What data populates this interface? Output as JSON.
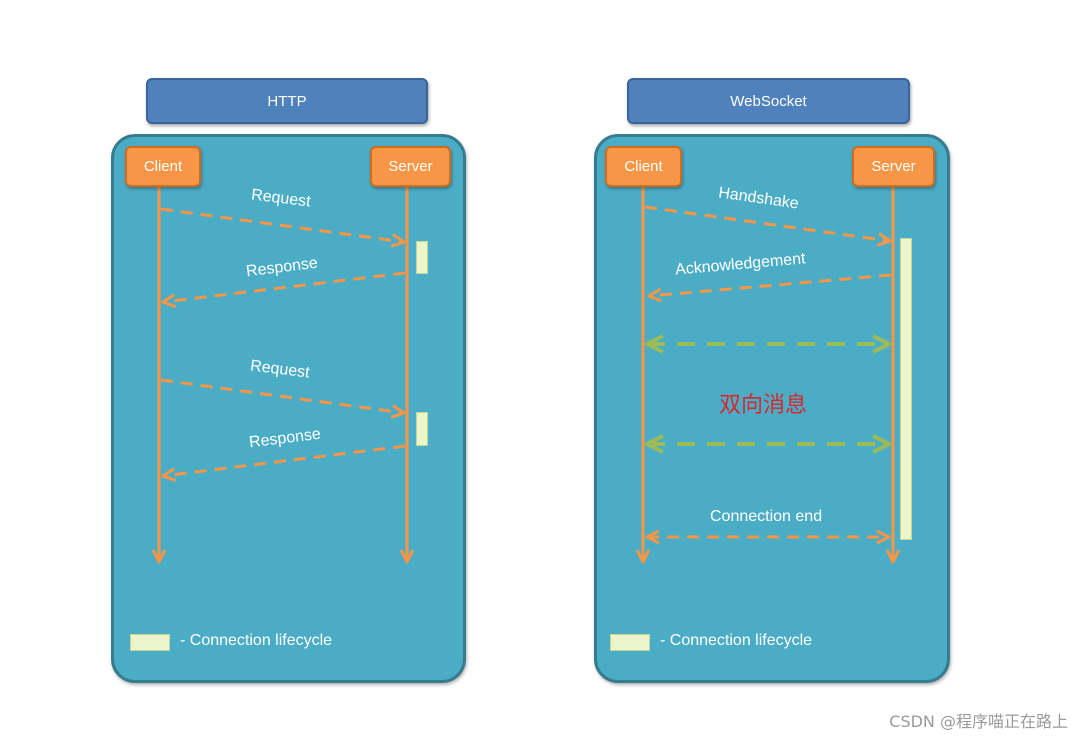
{
  "http": {
    "title": "HTTP",
    "client": "Client",
    "server": "Server",
    "messages": [
      "Request",
      "Response",
      "Request",
      "Response"
    ],
    "legend": "- Connection lifecycle"
  },
  "websocket": {
    "title": "WebSocket",
    "client": "Client",
    "server": "Server",
    "messages": [
      "Handshake",
      "Acknowledgement",
      "Connection end"
    ],
    "bidirectional_label": "双向消息",
    "legend": "- Connection lifecycle"
  },
  "watermark": "CSDN @程序喵正在路上",
  "colors": {
    "panel": "#4bacc6",
    "title_box": "#4f81bd",
    "actor": "#f79646",
    "arrow_orange": "#f79646",
    "arrow_green": "#9bbb59",
    "lifecycle": "#ebf5c9",
    "bidirectional_text": "#d9262f"
  }
}
